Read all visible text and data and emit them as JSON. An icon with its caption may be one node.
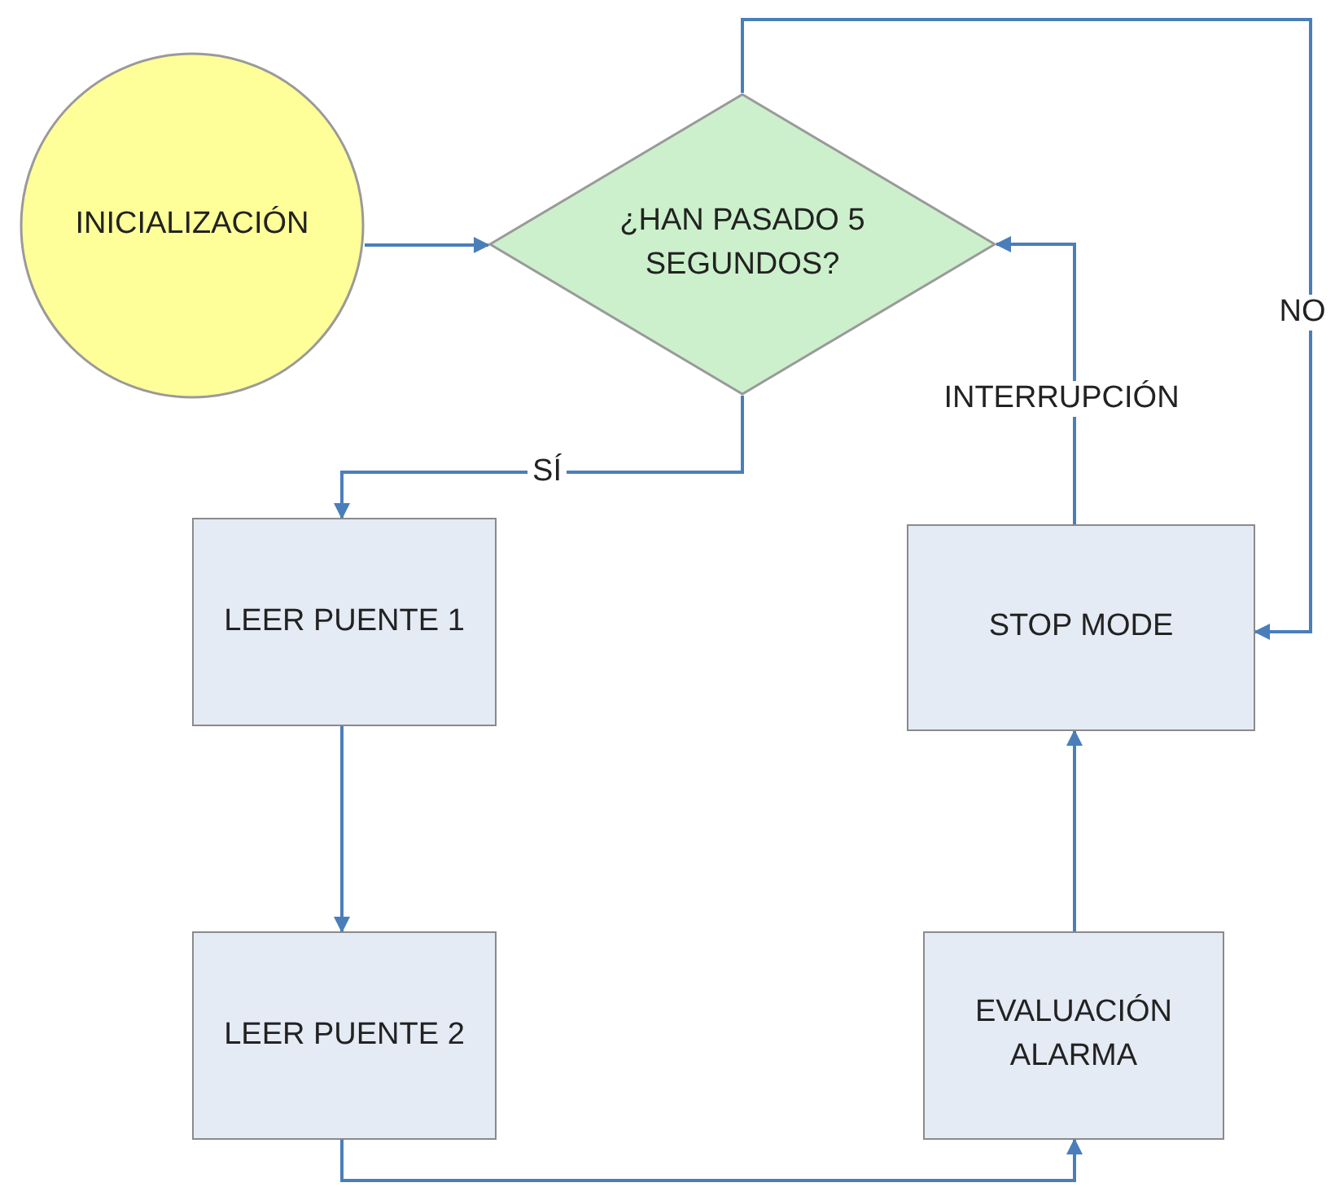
{
  "diagram": {
    "nodes": [
      {
        "text": [
          "INICIALIZACIÓN"
        ]
      },
      {
        "text": [
          "¿HAN PASADO 5 SEGUNDOS?"
        ]
      },
      {
        "text": [
          "LEER PUENTE 1"
        ]
      },
      {
        "text": [
          "LEER PUENTE 2"
        ]
      },
      {
        "text": [
          "EVALUACIÓN ALARMA"
        ]
      },
      {
        "text": [
          "STOP MODE"
        ]
      }
    ],
    "edges": [
      {
        "from": 0,
        "to": 1,
        "arrow": "to"
      },
      {
        "from": 1,
        "to": 2,
        "arrow": "to",
        "label": "SÍ"
      },
      {
        "from": 2,
        "to": 3,
        "arrow": "to"
      },
      {
        "from": 3,
        "to": 4,
        "arrow": "to"
      },
      {
        "from": 4,
        "to": 5,
        "arrow": "to"
      },
      {
        "from": 5,
        "to": 1,
        "arrow": "to",
        "label": "INTERRUPCIÓN"
      },
      {
        "from": 1,
        "to": 5,
        "arrow": "to",
        "label": "NO"
      }
    ]
  }
}
